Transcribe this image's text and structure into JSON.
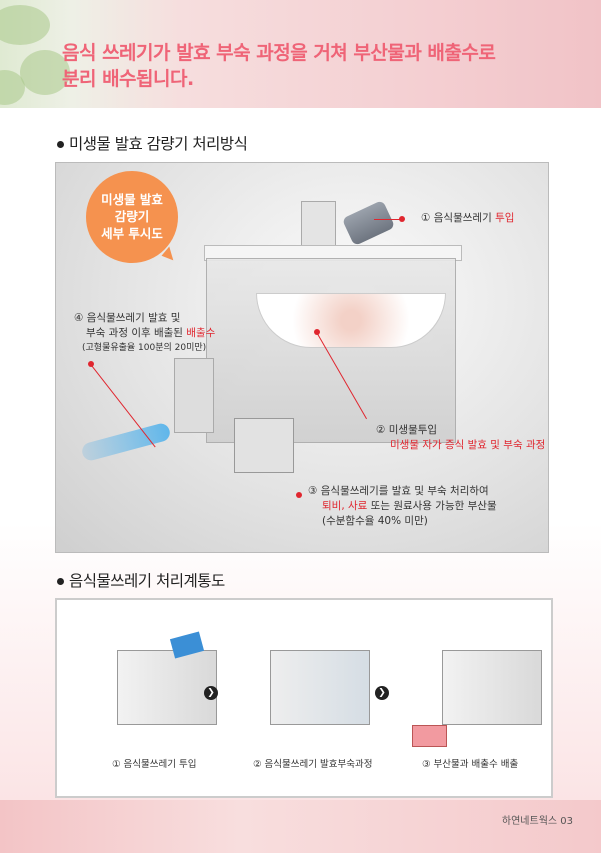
{
  "header": {
    "title_line1": "음식 쓰레기가 발효 부숙 과정을 거쳐 부산물과 배출수로",
    "title_line2": "분리 배수됩니다."
  },
  "section1": {
    "title": "미생물 발효 감량기 처리방식",
    "bubble": [
      "미생물 발효",
      "감량기",
      "세부 투시도"
    ],
    "callouts": {
      "c1": {
        "num": "①",
        "text": "음식물쓰레기 ",
        "red": "투입"
      },
      "c2": {
        "num": "②",
        "text": "미생물투입",
        "red": "미생물 자가 증식 발효 및 부숙 과정"
      },
      "c3": {
        "num": "③",
        "line1": "음식물쓰레기를 발효 및 부숙 처리하여",
        "red": "퇴비, 사료",
        "line2": " 또는 원료사용 가능한 부산물",
        "line3": "(수분함수율 40% 미만)"
      },
      "c4": {
        "num": "④",
        "line1": "음식물쓰레기 발효 및",
        "line2": "부숙 과정 이후 배출된 ",
        "red": "배출수",
        "line3": "(고형물유출율 100분의 20미만)"
      }
    }
  },
  "section2": {
    "title": "음식물쓰레기 처리계통도",
    "steps": [
      "① 음식물쓰레기 투입",
      "② 음식물쓰레기 발효부숙과정",
      "③ 부산물과 배출수 배출"
    ],
    "arrow": "❯"
  },
  "footer": {
    "text": "하연네트웍스 03"
  },
  "colors": {
    "title": "#ef6477",
    "accent_red": "#e0262f",
    "bubble": "#f5924f"
  }
}
